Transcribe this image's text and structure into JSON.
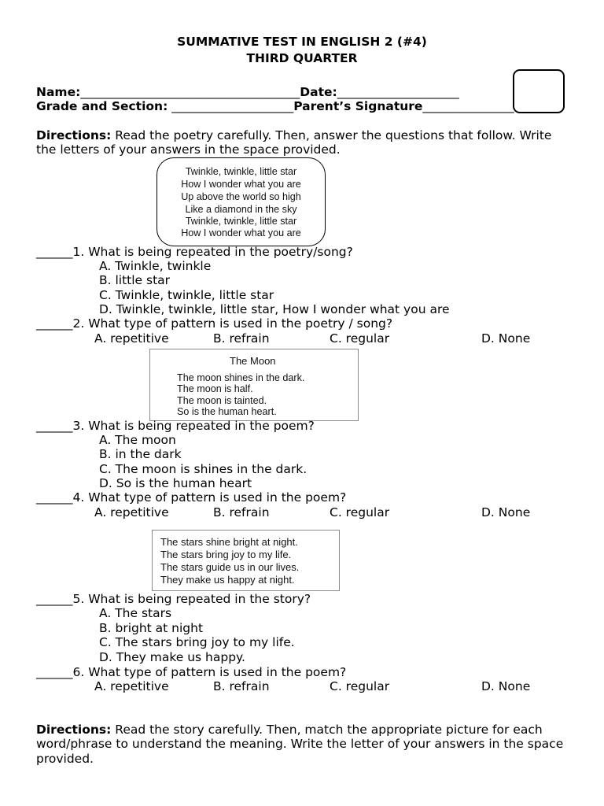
{
  "header": {
    "title": "SUMMATIVE TEST IN ENGLISH 2 (#4)",
    "subtitle": "THIRD QUARTER"
  },
  "fields": {
    "name_label": "Name:",
    "name_line": "____________________________________",
    "date_label": "Date:",
    "date_line": "____________________",
    "grade_label": "Grade and Section:",
    "grade_line": " ____________________",
    "signature_label": "Parent’s Signature",
    "signature_line": "_______________"
  },
  "directions1": {
    "label": "Directions:",
    "text": " Read the poetry carefully. Then, answer the questions that follow. Write the letters of your answers in the space provided."
  },
  "poem1": {
    "lines": [
      "Twinkle, twinkle, little star",
      "How I wonder what you are",
      "Up above the world so high",
      "Like a diamond in the sky",
      "Twinkle, twinkle, little star",
      "How I wonder what you are"
    ]
  },
  "poem2": {
    "title": "The Moon",
    "lines": [
      "The moon shines in the dark.",
      "The moon is half.",
      "The moon is tainted.",
      "So is the human heart."
    ]
  },
  "poem3": {
    "lines": [
      "The stars shine bright at night.",
      "The stars bring joy to my life.",
      "The stars guide us in our lives.",
      "They make us happy at night."
    ]
  },
  "questions": {
    "q1": {
      "text": "______1. What is being repeated in the poetry/song?",
      "options": [
        "A. Twinkle, twinkle",
        "B.  little star",
        "C. Twinkle, twinkle, little star",
        "D. Twinkle, twinkle, little star, How I wonder what you are"
      ]
    },
    "q2": {
      "text": "______2. What type of pattern is used in the poetry / song?",
      "options": [
        "A. repetitive",
        "B. refrain",
        "C. regular",
        "D. None"
      ]
    },
    "q3": {
      "text": "______3. What is being repeated in the poem?",
      "options": [
        "A. The moon",
        "B.  in the dark",
        "C. The moon is shines in the dark.",
        "D.  So is the human heart"
      ]
    },
    "q4": {
      "text": "______4. What type of pattern is used in the poem?",
      "options": [
        "A. repetitive",
        "B. refrain",
        "C. regular",
        "D. None"
      ]
    },
    "q5": {
      "text": "______5. What is being repeated in the story?",
      "options": [
        "A. The stars",
        "B.  bright at night",
        "C. The stars bring joy to my life.",
        "D.  They make us happy."
      ]
    },
    "q6": {
      "text": "______6. What type of pattern is used in the poem?",
      "options": [
        "A. repetitive",
        "B. refrain",
        "C. regular",
        "D. None"
      ]
    }
  },
  "directions2": {
    "label": "Directions:",
    "text": " Read the story carefully. Then, match the appropriate picture for each word/phrase to understand the meaning. Write the letter of your answers in the space provided."
  }
}
